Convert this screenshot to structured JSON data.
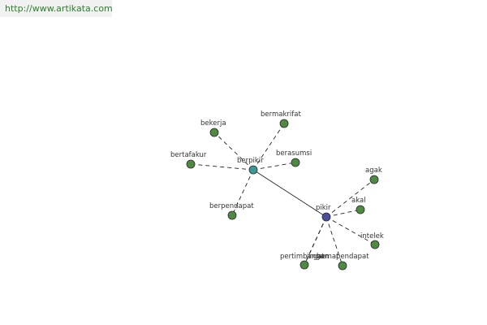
{
  "source_url": "http://www.artikata.com",
  "graph": {
    "colors": {
      "leaf": "#4f8a43",
      "hub_primary": "#3c9a96",
      "hub_secondary": "#4a4f9b",
      "edge": "#222222"
    },
    "nodes": [
      {
        "id": "berpikir",
        "label": "berpikir",
        "role": "hub_primary"
      },
      {
        "id": "pikir",
        "label": "pikir",
        "role": "hub_secondary"
      },
      {
        "id": "bekerja",
        "label": "bekerja",
        "role": "leaf"
      },
      {
        "id": "bermakrifat",
        "label": "bermakrifat",
        "role": "leaf"
      },
      {
        "id": "bertafakur",
        "label": "bertafakur",
        "role": "leaf"
      },
      {
        "id": "berasumsi",
        "label": "berasumsi",
        "role": "leaf"
      },
      {
        "id": "berpendapat",
        "label": "berpendapat",
        "role": "leaf"
      },
      {
        "id": "agak",
        "label": "agak",
        "role": "leaf"
      },
      {
        "id": "akal",
        "label": "akal",
        "role": "leaf"
      },
      {
        "id": "intelek",
        "label": "intelek",
        "role": "leaf"
      },
      {
        "id": "pertimbangan",
        "label": "pertimbangan",
        "role": "leaf"
      },
      {
        "id": "ingat",
        "label": "ingat",
        "role": "leaf"
      },
      {
        "id": "hemat",
        "label": "hemat",
        "role": "leaf"
      },
      {
        "id": "pendapat",
        "label": "pendapat",
        "role": "leaf"
      }
    ],
    "edges": [
      {
        "from": "berpikir",
        "to": "pikir",
        "style": "solid"
      },
      {
        "from": "berpikir",
        "to": "bekerja",
        "style": "dashed"
      },
      {
        "from": "berpikir",
        "to": "bermakrifat",
        "style": "dashed"
      },
      {
        "from": "berpikir",
        "to": "bertafakur",
        "style": "dashed"
      },
      {
        "from": "berpikir",
        "to": "berasumsi",
        "style": "dashed"
      },
      {
        "from": "berpikir",
        "to": "berpendapat",
        "style": "dashed"
      },
      {
        "from": "pikir",
        "to": "agak",
        "style": "dashed"
      },
      {
        "from": "pikir",
        "to": "akal",
        "style": "dashed"
      },
      {
        "from": "pikir",
        "to": "intelek",
        "style": "dashed"
      },
      {
        "from": "pikir",
        "to": "pertimbangan",
        "style": "dashed"
      },
      {
        "from": "pikir",
        "to": "ingat",
        "style": "dashed"
      },
      {
        "from": "pikir",
        "to": "hemat",
        "style": "dashed"
      },
      {
        "from": "pikir",
        "to": "pendapat",
        "style": "dashed"
      }
    ]
  }
}
